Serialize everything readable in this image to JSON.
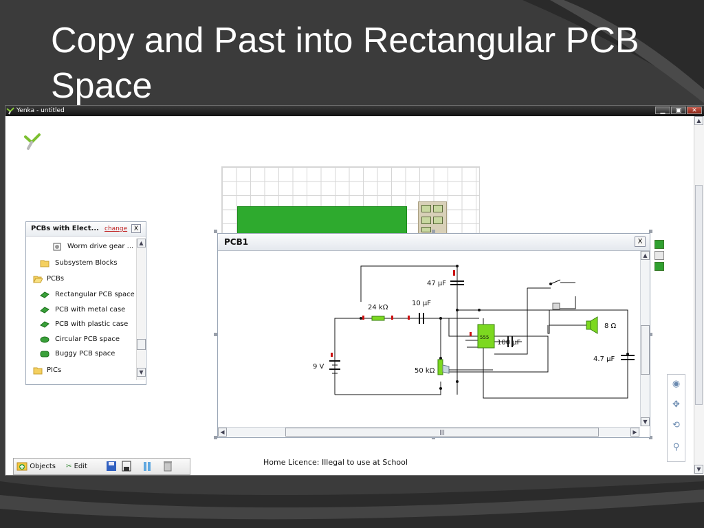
{
  "slide": {
    "title": "Copy and Past into Rectangular PCB Space"
  },
  "window": {
    "title": "Yenka - untitled",
    "controls": [
      "▁",
      "▣",
      "✕"
    ]
  },
  "pcbs_panel": {
    "title": "PCBs with Elect...",
    "change_link": "change",
    "close": "X",
    "items": [
      {
        "label": "Worm drive gear ...",
        "icon": "gear-icon"
      },
      {
        "label": "Subsystem Blocks",
        "icon": "folder-icon"
      },
      {
        "label": "PCBs",
        "icon": "folder-open-icon"
      },
      {
        "label": "Rectangular PCB space",
        "icon": "pcb-icon"
      },
      {
        "label": "PCB with metal case",
        "icon": "pcb-icon"
      },
      {
        "label": "PCB with plastic case",
        "icon": "pcb-icon"
      },
      {
        "label": "Circular PCB space",
        "icon": "pcb-circle-icon"
      },
      {
        "label": "Buggy PCB space",
        "icon": "pcb-buggy-icon"
      },
      {
        "label": "PICs",
        "icon": "folder-icon"
      }
    ]
  },
  "pcb1": {
    "title": "PCB1",
    "close": "X",
    "labels": {
      "c47": "47 µF",
      "r24": "24 kΩ",
      "c10": "10 µF",
      "spk": "8 Ω",
      "c100": "100 µF",
      "c47n": "4.7 µF",
      "bat": "9 V",
      "pot": "50 kΩ",
      "ic": "555"
    },
    "hscroll_grip": "|||"
  },
  "toolbar": {
    "objects_label": "Objects",
    "edit_label": "Edit"
  },
  "status": {
    "licence": "Home Licence: Illegal to use at School"
  },
  "colors": {
    "slide_bg": "#3a3a3a",
    "pcb_green": "#2eaa2e",
    "component_green": "#7cd820",
    "lead_red": "#cc1010"
  }
}
